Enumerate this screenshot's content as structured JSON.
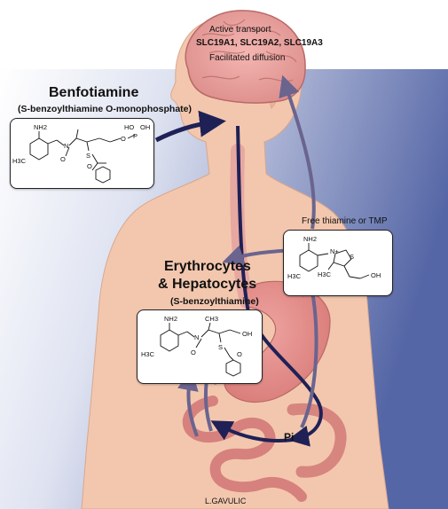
{
  "colors": {
    "background_blue": "#5868a8",
    "skin": "#f3c7ae",
    "skin_shadow": "#e8b096",
    "brain": "#e9a29f",
    "organ": "#dc7f7c",
    "arrow_dark": "#1f2156",
    "arrow_light": "#6a648f"
  },
  "brain_labels": {
    "line1": "Active transport",
    "line2": "SLC19A1, SLC19A2, SLC19A3",
    "line3": "Facilitated diffusion"
  },
  "benfotiamine": {
    "title": "Benfotiamine",
    "subtitle": "(S-benzoylthiamine O-monophosphate)"
  },
  "free_thiamine": {
    "label": "Free thiamine or TMP"
  },
  "erythrocytes": {
    "title_line1": "Erythrocytes",
    "title_line2": "& Hepatocytes",
    "subtitle": "(S-benzoylthiamine)"
  },
  "pi_label": "Pi",
  "signature": "L.GAVULIC",
  "atoms": {
    "nh2": "NH2",
    "ch3": "CH3",
    "h3c": "H3C",
    "n": "N",
    "s": "S",
    "o": "O",
    "oh": "OH",
    "p": "P",
    "ho": "HO",
    "n_plus": "N+"
  }
}
